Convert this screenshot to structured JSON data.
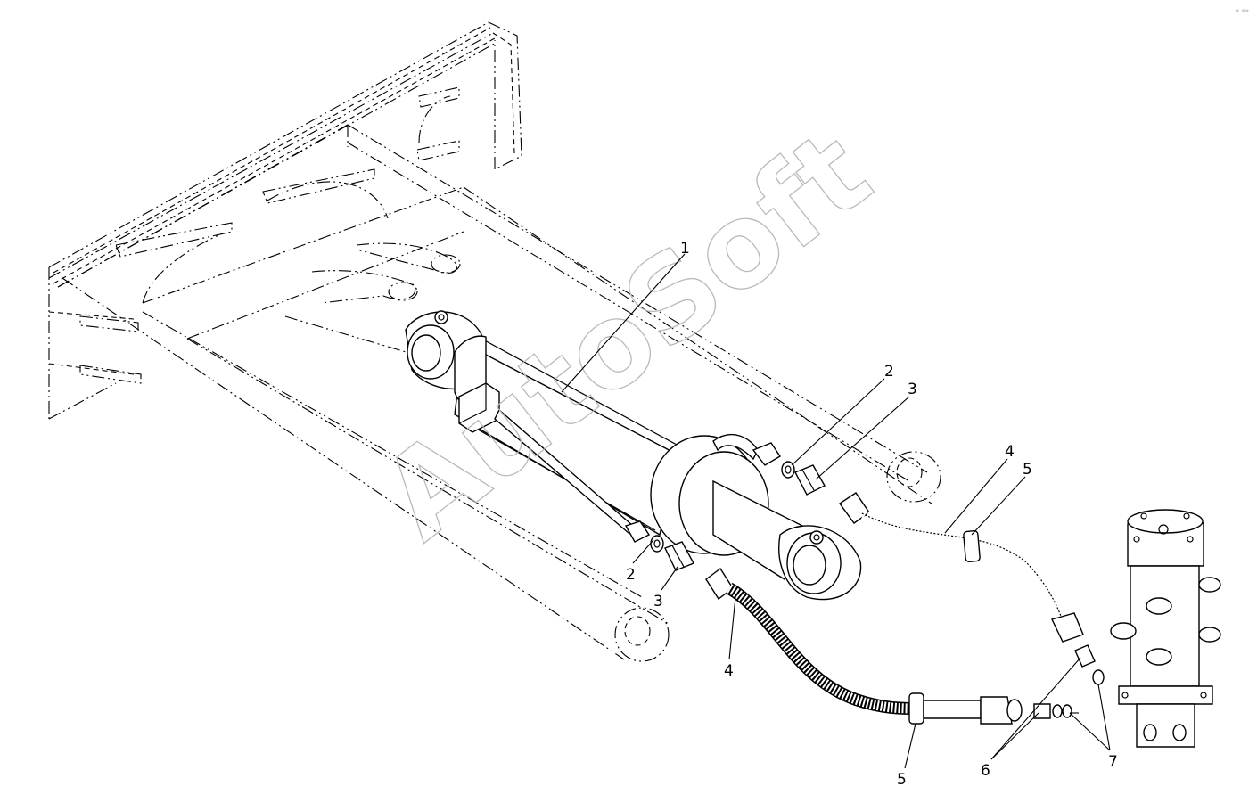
{
  "watermark": "AutoSoft",
  "corner_mark": "» »»",
  "callouts": [
    {
      "id": "c1",
      "label": "1"
    },
    {
      "id": "c2a",
      "label": "2"
    },
    {
      "id": "c3a",
      "label": "3"
    },
    {
      "id": "c2b",
      "label": "2"
    },
    {
      "id": "c3b",
      "label": "3"
    },
    {
      "id": "c4a",
      "label": "4"
    },
    {
      "id": "c5a",
      "label": "5"
    },
    {
      "id": "c4b",
      "label": "4"
    },
    {
      "id": "c5b",
      "label": "5"
    },
    {
      "id": "c6",
      "label": "6"
    },
    {
      "id": "c7",
      "label": "7"
    }
  ]
}
